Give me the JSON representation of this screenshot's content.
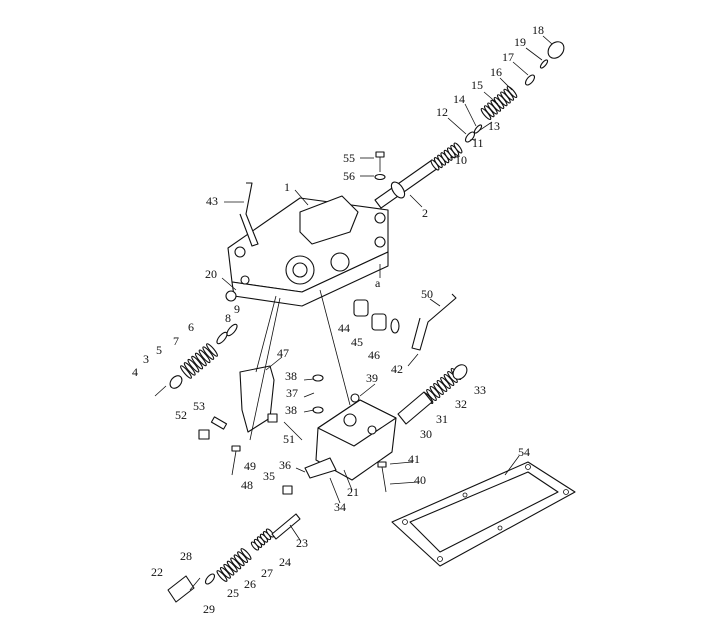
{
  "title": "Exploded parts diagram - hydraulic control valve assembly",
  "callouts": [
    "18",
    "19",
    "17",
    "16",
    "15",
    "14",
    "12",
    "13",
    "11",
    "10",
    "2",
    "55",
    "56",
    "1",
    "43",
    "a",
    "20",
    "50",
    "9",
    "8",
    "44",
    "45",
    "46",
    "6",
    "7",
    "5",
    "3",
    "4",
    "47",
    "42",
    "33",
    "38",
    "39",
    "37",
    "32",
    "38",
    "53",
    "52",
    "31",
    "51",
    "30",
    "49",
    "41",
    "36",
    "54",
    "48",
    "35",
    "40",
    "21",
    "34",
    "23",
    "24",
    "27",
    "28",
    "26",
    "22",
    "25",
    "29"
  ]
}
